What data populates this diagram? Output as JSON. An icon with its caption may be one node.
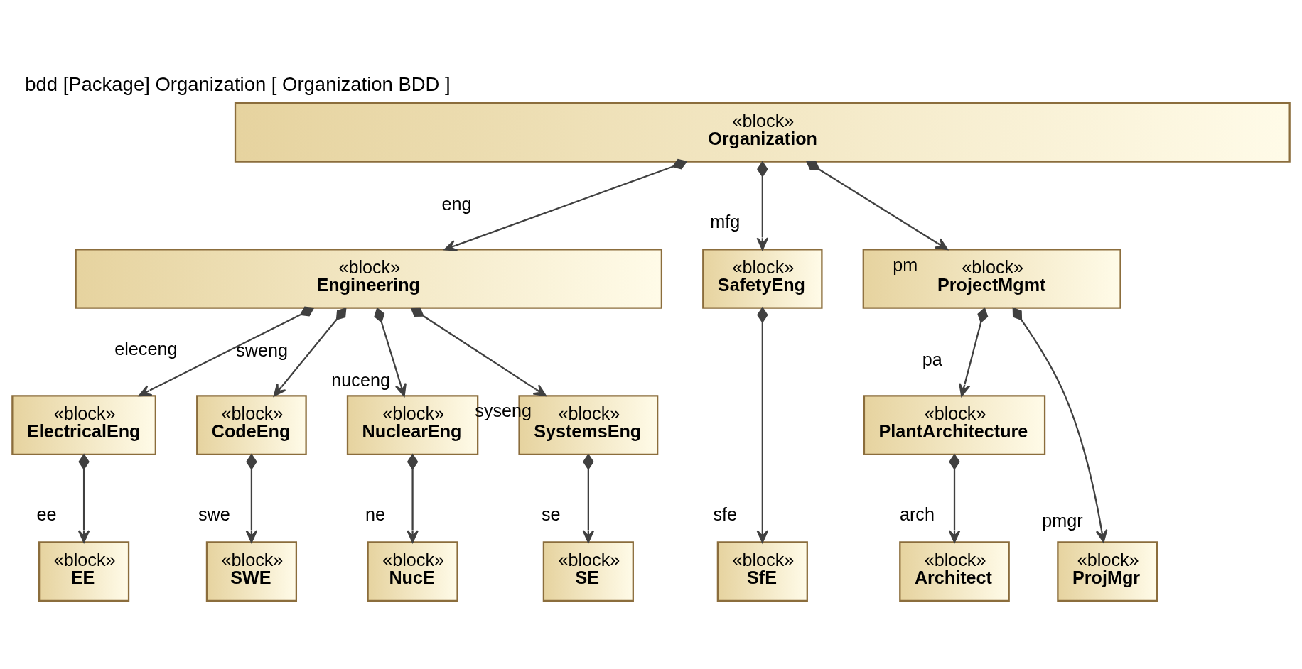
{
  "diagram": {
    "title": "bdd [Package] Organization [ Organization BDD ]",
    "nodes": [
      {
        "text": [
          "«block»",
          "Organization"
        ]
      },
      {
        "text": [
          "«block»",
          "Engineering"
        ]
      },
      {
        "text": [
          "«block»",
          "SafetyEng"
        ]
      },
      {
        "text": [
          "«block»",
          "ProjectMgmt"
        ]
      },
      {
        "text": [
          "«block»",
          "ElectricalEng"
        ]
      },
      {
        "text": [
          "«block»",
          "CodeEng"
        ]
      },
      {
        "text": [
          "«block»",
          "NuclearEng"
        ]
      },
      {
        "text": [
          "«block»",
          "SystemsEng"
        ]
      },
      {
        "text": [
          "«block»",
          "PlantArchitecture"
        ]
      },
      {
        "text": [
          "«block»",
          "EE"
        ]
      },
      {
        "text": [
          "«block»",
          "SWE"
        ]
      },
      {
        "text": [
          "«block»",
          "NucE"
        ]
      },
      {
        "text": [
          "«block»",
          "SE"
        ]
      },
      {
        "text": [
          "«block»",
          "SfE"
        ]
      },
      {
        "text": [
          "«block»",
          "Architect"
        ]
      },
      {
        "text": [
          "«block»",
          "ProjMgr"
        ]
      }
    ],
    "edges": [
      {
        "from": 0,
        "to": 1,
        "arrow": "to",
        "label": "eng"
      },
      {
        "from": 0,
        "to": 2,
        "arrow": "to",
        "label": "mfg"
      },
      {
        "from": 0,
        "to": 3,
        "arrow": "to",
        "label": "pm"
      },
      {
        "from": 1,
        "to": 4,
        "arrow": "to",
        "label": "eleceng"
      },
      {
        "from": 1,
        "to": 5,
        "arrow": "to",
        "label": "sweng"
      },
      {
        "from": 1,
        "to": 6,
        "arrow": "to",
        "label": "nuceng"
      },
      {
        "from": 1,
        "to": 7,
        "arrow": "to",
        "label": "syseng"
      },
      {
        "from": 3,
        "to": 8,
        "arrow": "to",
        "label": "pa"
      },
      {
        "from": 4,
        "to": 9,
        "arrow": "to",
        "label": "ee"
      },
      {
        "from": 5,
        "to": 10,
        "arrow": "to",
        "label": "swe"
      },
      {
        "from": 6,
        "to": 11,
        "arrow": "to",
        "label": "ne"
      },
      {
        "from": 7,
        "to": 12,
        "arrow": "to",
        "label": "se"
      },
      {
        "from": 2,
        "to": 13,
        "arrow": "to",
        "label": "sfe"
      },
      {
        "from": 8,
        "to": 14,
        "arrow": "to",
        "label": "arch"
      },
      {
        "from": 3,
        "to": 15,
        "arrow": "to",
        "label": "pmgr"
      }
    ]
  }
}
